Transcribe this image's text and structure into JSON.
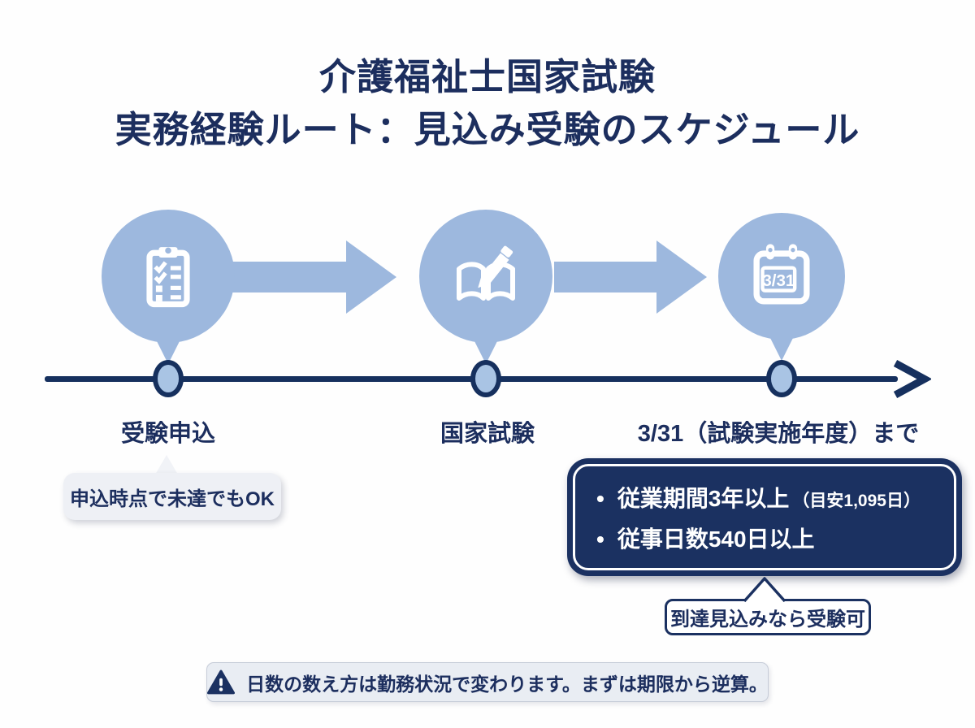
{
  "title": {
    "line1": "介護福祉士国家試験",
    "line2": "実務経験ルート：見込み受験のスケジュール"
  },
  "timeline": {
    "steps": [
      {
        "label": "受験申込",
        "icon": "clipboard-checklist-icon"
      },
      {
        "label": "国家試験",
        "icon": "book-pencil-icon"
      },
      {
        "label": "3/31（試験実施年度）まで",
        "icon": "calendar-icon",
        "calendar_text": "3/31"
      }
    ]
  },
  "callouts": {
    "application_note": "申込時点で未達でもOK",
    "eligibility_note": "到達見込みなら受験可"
  },
  "requirements": {
    "bullet": "•",
    "items": [
      {
        "main": "従業期間3年以上",
        "note": "（目安1,095日）"
      },
      {
        "main": "従事日数540日以上",
        "note": ""
      }
    ]
  },
  "warning": {
    "text": "日数の数え方は勤務状況で変わります。まずは期限から逆算。"
  },
  "colors": {
    "navy": "#1b3161",
    "title_navy": "#1c2e5e",
    "light_blue": "#9db8de",
    "dot_fill": "#a9c4e4",
    "callout_bg": "#eef0f5",
    "warning_bg": "#e9edf3",
    "white": "#ffffff"
  }
}
